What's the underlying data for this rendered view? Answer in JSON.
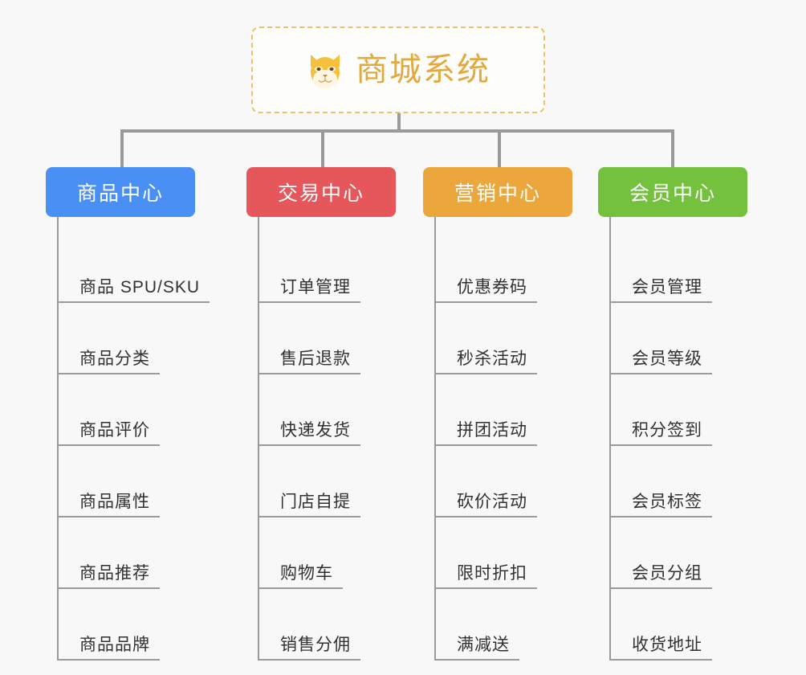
{
  "page": {
    "background_color": "#f8f8f8",
    "type": "org-chart"
  },
  "root": {
    "title": "商城系统",
    "icon": "shiba-dog-icon",
    "title_color": "#e3a93c",
    "border_color": "#eec06a",
    "background_color": "#fdfdfc"
  },
  "connector": {
    "color": "#9a9a9a"
  },
  "columns": [
    {
      "id": "product-center",
      "title": "商品中心",
      "color": "#4a90f4",
      "items": [
        "商品 SPU/SKU",
        "商品分类",
        "商品评价",
        "商品属性",
        "商品推荐",
        "商品品牌"
      ]
    },
    {
      "id": "trade-center",
      "title": "交易中心",
      "color": "#e5575a",
      "items": [
        "订单管理",
        "售后退款",
        "快递发货",
        "门店自提",
        "购物车",
        "销售分佣"
      ]
    },
    {
      "id": "marketing-center",
      "title": "营销中心",
      "color": "#eba73c",
      "items": [
        "优惠券码",
        "秒杀活动",
        "拼团活动",
        "砍价活动",
        "限时折扣",
        "满减送"
      ]
    },
    {
      "id": "member-center",
      "title": "会员中心",
      "color": "#73c13d",
      "items": [
        "会员管理",
        "会员等级",
        "积分签到",
        "会员标签",
        "会员分组",
        "收货地址"
      ]
    }
  ]
}
